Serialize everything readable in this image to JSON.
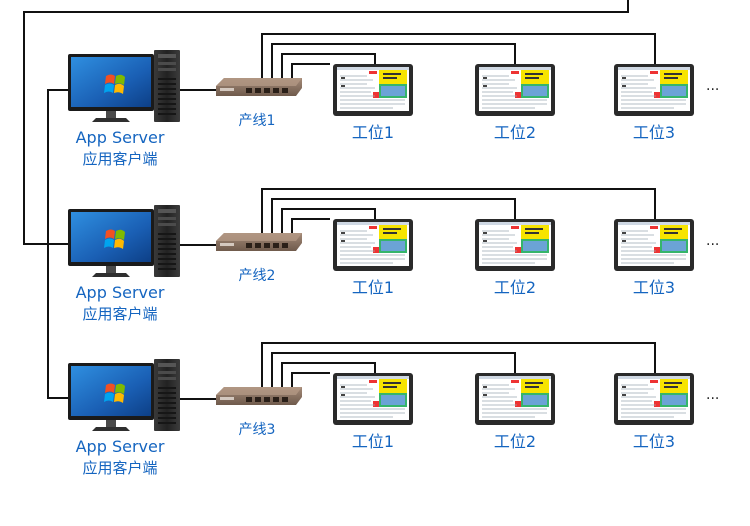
{
  "rows": [
    {
      "server_label": "App Server",
      "client_label": "应用客户端",
      "line_label": "产线1",
      "stations": [
        "工位1",
        "工位2",
        "工位3"
      ],
      "more": "..."
    },
    {
      "server_label": "App Server",
      "client_label": "应用客户端",
      "line_label": "产线2",
      "stations": [
        "工位1",
        "工位2",
        "工位3"
      ],
      "more": "..."
    },
    {
      "server_label": "App Server",
      "client_label": "应用客户端",
      "line_label": "产线3",
      "stations": [
        "工位1",
        "工位2",
        "工位3"
      ],
      "more": "..."
    }
  ],
  "colors": {
    "label_blue": "#1565c0",
    "wire": "#111111",
    "switch_body": "#8a6f5e",
    "monitor_frame": "#1e1e1e",
    "desktop_blue": "#1f6fc0",
    "tablet_frame": "#2a2a2a"
  },
  "icons": {
    "server": "desktop-pc-with-tower-icon",
    "switch": "network-switch-icon",
    "station": "tablet-terminal-icon"
  }
}
